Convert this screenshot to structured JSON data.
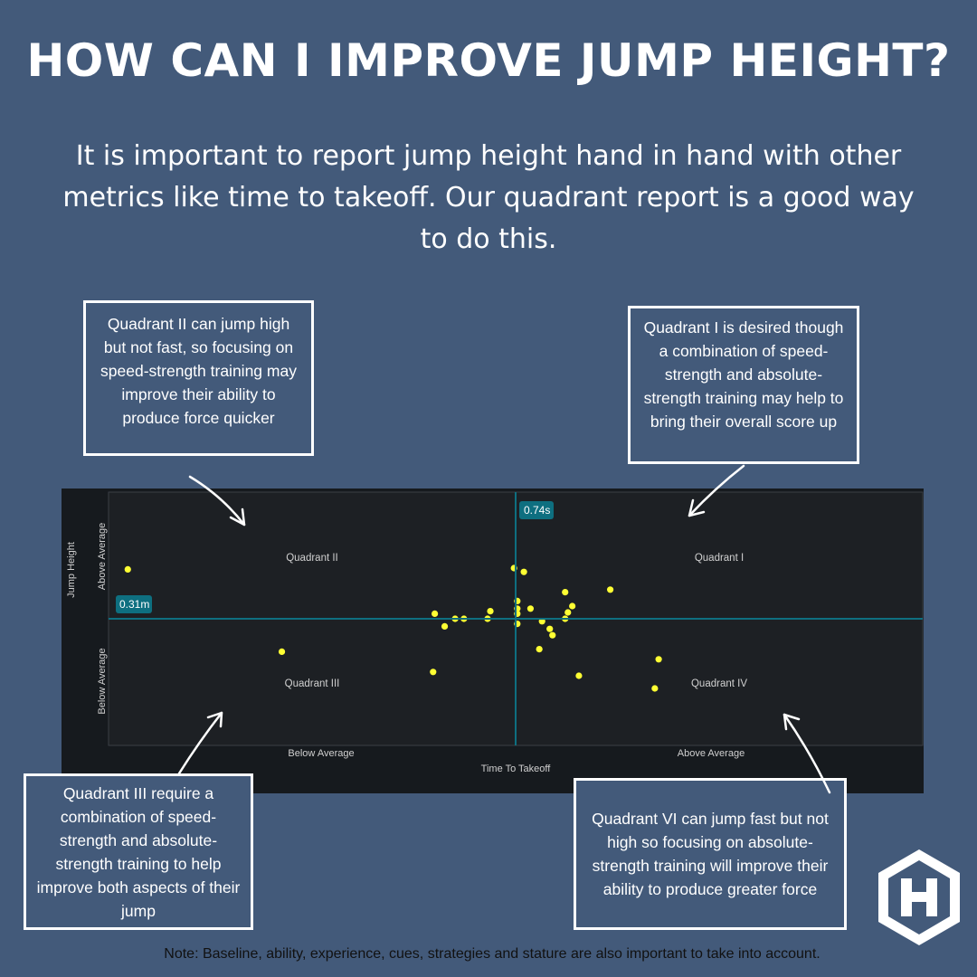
{
  "header": {
    "title": "HOW CAN I IMPROVE JUMP HEIGHT?",
    "subtitle": "It is important to report jump height hand in hand with other metrics like time to takeoff.  Our quadrant report is a good way to do this."
  },
  "callouts": {
    "q2": "Quadrant II can jump high but not fast, so focusing on speed-strength training may improve their ability to produce force quicker",
    "q1": "Quadrant I is desired though a combination of speed-strength and absolute-strength training may help to bring their overall score up",
    "q3": "Quadrant III require  a combination of speed-strength and absolute-strength training to help improve both aspects of their jump",
    "q4": "Quadrant VI can jump fast but not high so focusing on absolute-strength training will improve their ability to produce greater force"
  },
  "note": "Note: Baseline, ability, experience, cues, strategies and stature are also important to take into account.",
  "chart_data": {
    "type": "scatter",
    "title": "",
    "xlabel": "Time To Takeoff",
    "ylabel": "Jump Height",
    "x_tick_labels": [
      "Below Average",
      "Above Average"
    ],
    "y_tick_labels": [
      "Above Average",
      "Below Average"
    ],
    "quadrant_labels": [
      "Quadrant II",
      "Quadrant I",
      "Quadrant III",
      "Quadrant IV"
    ],
    "reference_lines": {
      "x": 0.74,
      "x_label": "0.74s",
      "y": 0.31,
      "y_label": "0.31m"
    },
    "xlim": [
      0.0,
      1.48
    ],
    "ylim": [
      0.21,
      0.41
    ],
    "points": [
      {
        "x": 0.035,
        "y": 0.349
      },
      {
        "x": 0.315,
        "y": 0.284
      },
      {
        "x": 0.593,
        "y": 0.314
      },
      {
        "x": 0.611,
        "y": 0.304
      },
      {
        "x": 0.63,
        "y": 0.31
      },
      {
        "x": 0.646,
        "y": 0.31
      },
      {
        "x": 0.689,
        "y": 0.31
      },
      {
        "x": 0.694,
        "y": 0.316
      },
      {
        "x": 0.59,
        "y": 0.268
      },
      {
        "x": 0.737,
        "y": 0.35
      },
      {
        "x": 0.755,
        "y": 0.347
      },
      {
        "x": 0.743,
        "y": 0.324
      },
      {
        "x": 0.743,
        "y": 0.318
      },
      {
        "x": 0.743,
        "y": 0.314
      },
      {
        "x": 0.743,
        "y": 0.306
      },
      {
        "x": 0.767,
        "y": 0.318
      },
      {
        "x": 0.788,
        "y": 0.308
      },
      {
        "x": 0.783,
        "y": 0.286
      },
      {
        "x": 0.802,
        "y": 0.302
      },
      {
        "x": 0.807,
        "y": 0.297
      },
      {
        "x": 0.83,
        "y": 0.31
      },
      {
        "x": 0.835,
        "y": 0.315
      },
      {
        "x": 0.83,
        "y": 0.331
      },
      {
        "x": 0.843,
        "y": 0.32
      },
      {
        "x": 0.855,
        "y": 0.265
      },
      {
        "x": 0.912,
        "y": 0.333
      },
      {
        "x": 0.993,
        "y": 0.255
      },
      {
        "x": 1.0,
        "y": 0.278
      }
    ],
    "grid": false,
    "colors": {
      "points": "#ffff33",
      "reference_line": "#0e6f80",
      "label_bg": "#0e6f80",
      "plot_bg": "#1d2024"
    }
  },
  "logo": {
    "icon": "hexagon-h-logo"
  }
}
